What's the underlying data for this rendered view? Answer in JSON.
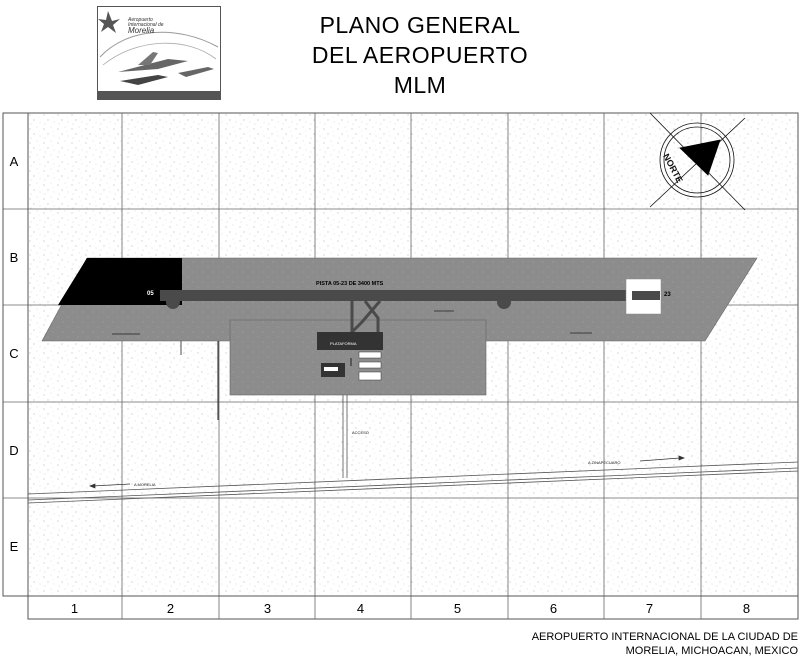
{
  "title": {
    "line1": "PLANO GENERAL",
    "line2": "DEL AEROPUERTO",
    "line3": "MLM"
  },
  "logo": {
    "line1": "Aeropuerto",
    "line2": "Internacional de",
    "line3": "Morelia"
  },
  "grid": {
    "rows": [
      "A",
      "B",
      "C",
      "D",
      "E"
    ],
    "columns": [
      "1",
      "2",
      "3",
      "4",
      "5",
      "6",
      "7",
      "8"
    ]
  },
  "map": {
    "runway_label": "PISTA 05-23 DE 3400 MTS",
    "runway_end_left": "05",
    "runway_end_right": "23",
    "terminal_label": "PLATAFORMA",
    "access_label": "ACCESO",
    "road_left_label": "A MORELIA",
    "road_right_label": "A ZINAPECUARO",
    "north_label": "NORTE"
  },
  "footer": {
    "line1": "AEROPUERTO INTERNACIONAL DE LA CIUDAD DE",
    "line2": "MORELIA, MICHOACAN, MEXICO"
  },
  "colors": {
    "ground": "#ffffff",
    "pavement": "#8c8c8c",
    "runway": "#4a4a4a",
    "overrun": "#000000",
    "gridline": "#555555"
  }
}
